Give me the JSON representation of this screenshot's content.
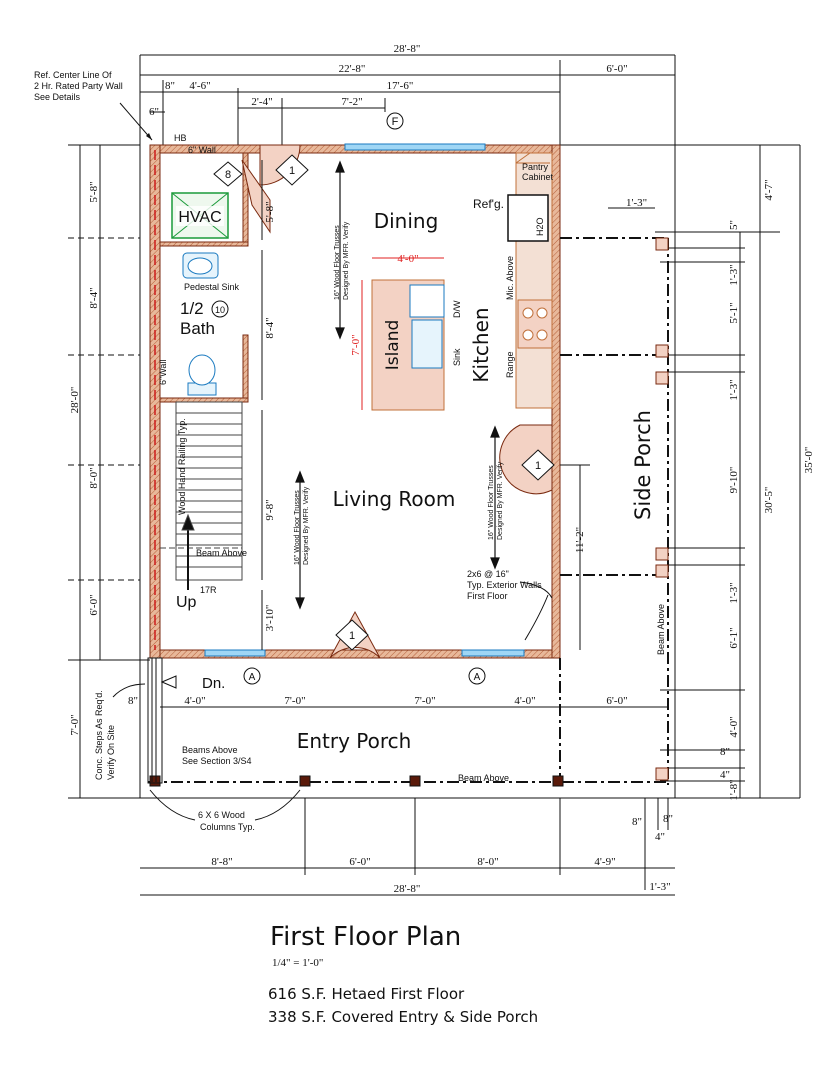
{
  "rooms": {
    "dining": "Dining",
    "kitchen": "Kitchen",
    "island": "Island",
    "living_room": "Living Room",
    "side_porch": "Side Porch",
    "entry_porch": "Entry Porch",
    "bath_half": "1/2",
    "bath": "Bath",
    "hvac": "HVAC",
    "up": "Up",
    "dn": "Dn."
  },
  "labels": {
    "ref_center_line": [
      "Ref. Center Line Of",
      "2 Hr. Rated Party Wall",
      "See Details"
    ],
    "hb": "HB",
    "wall_6": "6\" Wall",
    "pantry": [
      "Pantry",
      "Cabinet"
    ],
    "refg": "Ref'g.",
    "h2o": "H2O",
    "mic_above": "Mic. Above",
    "dw": "D/W",
    "sink": "Sink",
    "range": "Range",
    "pedestal_sink": "Pedestal Sink",
    "wall_6_vertical": "6\"Wall",
    "wood_hand_railing": "Wood Hand Railing Typ.",
    "beam_above": "Beam Above",
    "risers": "17R",
    "truss_note": [
      "16\" Wood Floor Trusses",
      "Designed By MFR. Verify"
    ],
    "exterior_walls": [
      "2x6 @ 16\"",
      "Typ. Exterior Walls",
      "First Floor"
    ],
    "beams_above": [
      "Beams Above",
      "See Section 3/S4"
    ],
    "conc_steps": [
      "Conc. Steps As Req'd.",
      "Verify On Site"
    ],
    "columns": [
      "6 X 6 Wood",
      "Columns Typ."
    ],
    "island_width": "4'-0\"",
    "island_length": "7'-0\""
  },
  "tags": {
    "door": "1",
    "window_a": "A",
    "window_f": "F",
    "tag_8": "8",
    "tag_10": "10"
  },
  "dimensions": {
    "top_overall": "28'-8\"",
    "top_main": "22'-8\"",
    "top_porch": "6'-0\"",
    "top_8": "8\"",
    "top_4_6": "4'-6\"",
    "top_17_6": "17'-6\"",
    "top_6": "6\"",
    "top_2_4": "2'-4\"",
    "top_7_2": "7'-2\"",
    "left_28": "28'-0\"",
    "left_5_8": "5'-8\"",
    "left_8_4": "8'-4\"",
    "left_8_0": "8'-0\"",
    "left_6_0": "6'-0\"",
    "left_7_0": "7'-0\"",
    "left_8": "8\"",
    "inner_5_8": "5'-8\"",
    "inner_8_4": "8'-4\"",
    "inner_9_8": "9'-8\"",
    "inner_3_10": "3'-10\"",
    "inner_11_2": "11'-2\"",
    "porch_1_3": "1'-3\"",
    "right_5": "5\"",
    "right_1_3a": "1'-3\"",
    "right_5_1": "5'-1\"",
    "right_1_3b": "1'-3\"",
    "right_9_10": "9'-10\"",
    "right_1_3c": "1'-3\"",
    "right_6_1": "6'-1\"",
    "right_4_0": "4'-0\"",
    "right_8": "8\"",
    "right_4": "4\"",
    "right_1_8": "1'-8\"",
    "right_4_7": "4'-7\"",
    "right_30_5": "30'-5\"",
    "right_35_0": "35'-0\"",
    "porch_4_0": "4'-0\"",
    "porch_7_0a": "7'-0\"",
    "porch_7_0b": "7'-0\"",
    "porch_4_0b": "4'-0\"",
    "porch_6_0": "6'-0\"",
    "bot_8_8": "8'-8\"",
    "bot_6_0": "6'-0\"",
    "bot_8_0": "8'-0\"",
    "bot_4_9": "4'-9\"",
    "bot_overall": "28'-8\"",
    "bot_1_3": "1'-3\"",
    "bot_8a": "8\"",
    "bot_8b": "8\"",
    "bot_4": "4\""
  },
  "title": {
    "main": "First Floor Plan",
    "scale": "1/4\" = 1'-0\"",
    "area_heated": "616 S.F. Hetaed First Floor",
    "area_porch": "338 S.F. Covered Entry & Side Porch"
  },
  "colors": {
    "wall_fill": "#d99a7a",
    "wall_line": "#7a2a10",
    "window": "#3aa0e0",
    "hvac_line": "#1a9a3a",
    "fixture": "#3aa0e0",
    "dim_red": "#e02020",
    "line": "#111111"
  }
}
